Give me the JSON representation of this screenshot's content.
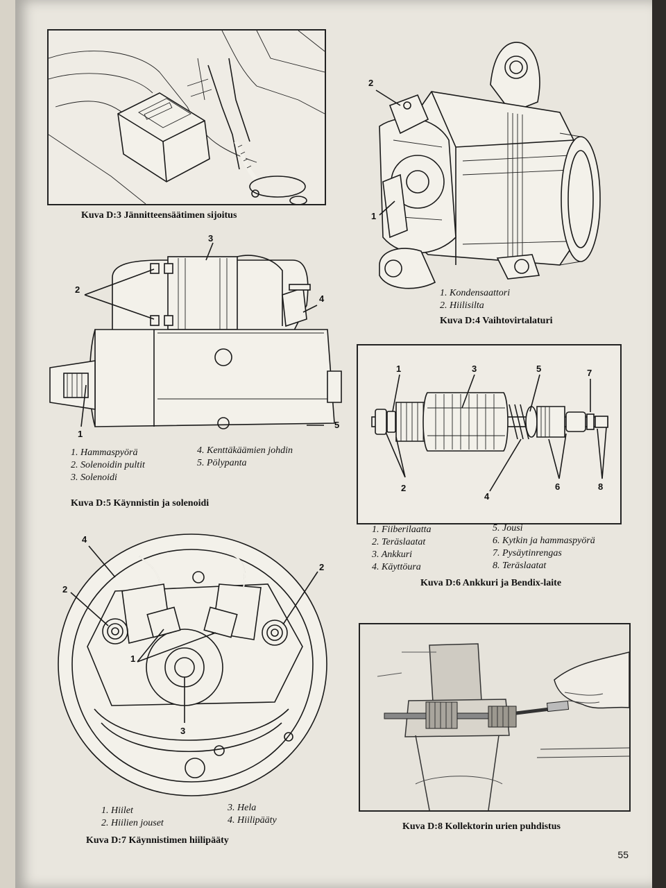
{
  "page_number": "55",
  "figures": {
    "d3": {
      "caption": "Kuva D:3  Jännitteensäätimen sijoitus"
    },
    "d4": {
      "caption": "Kuva D:4  Vaihtovirtalaturi",
      "callouts": [
        "2",
        "1"
      ],
      "legend": [
        "1.  Kondensaattori",
        "2.  Hiilisilta"
      ]
    },
    "d5": {
      "caption": "Kuva D:5  Käynnistin ja solenoidi",
      "callouts": [
        "3",
        "2",
        "4",
        "1",
        "5"
      ],
      "legend_left": [
        "1.  Hammaspyörä",
        "2.  Solenoidin pultit",
        "3.  Solenoidi"
      ],
      "legend_right": [
        "4.  Kenttäkäämien johdin",
        "5.  Pölypanta"
      ]
    },
    "d6": {
      "caption": "Kuva D:6  Ankkuri ja Bendix-laite",
      "callouts": [
        "1",
        "3",
        "5",
        "7",
        "2",
        "4",
        "6",
        "8"
      ],
      "legend_left": [
        "1.  Fiiberilaatta",
        "2.  Teräslaatat",
        "3.  Ankkuri",
        "4.  Käyttöura"
      ],
      "legend_right": [
        "5.  Jousi",
        "6.  Kytkin ja hammaspyörä",
        "7.  Pysäytinrengas",
        "8.  Teräslaatat"
      ]
    },
    "d7": {
      "caption": "Kuva D:7  Käynnistimen hiilipääty",
      "callouts": [
        "4",
        "2",
        "2",
        "1",
        "3"
      ],
      "legend_left": [
        "1.  Hiilet",
        "2.  Hiilien jouset"
      ],
      "legend_right": [
        "3.  Hela",
        "4.  Hiilipääty"
      ]
    },
    "d8": {
      "caption": "Kuva D:8  Kollektorin urien puhdistus"
    }
  }
}
